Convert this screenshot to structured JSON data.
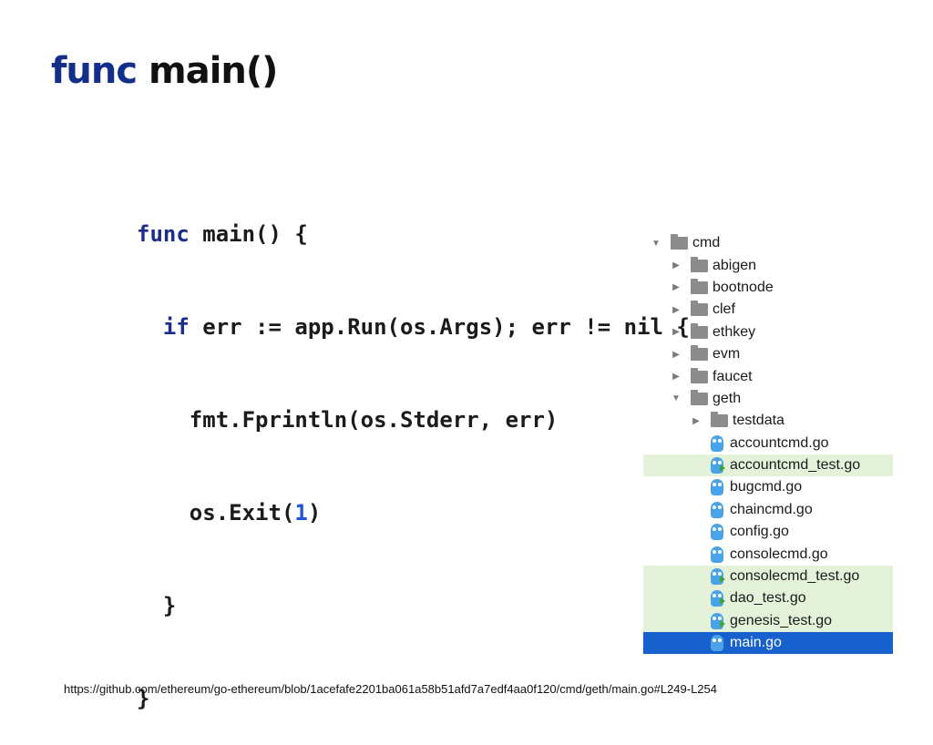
{
  "title": {
    "keyword": "func",
    "name": "main()"
  },
  "code": {
    "lines": [
      {
        "kw": "func",
        "text": " main() {"
      },
      {
        "indent": "  ",
        "kw": "if",
        "text": " err := app.Run(os.Args); err != nil {"
      },
      {
        "indent": "    ",
        "text": "fmt.Fprintln(os.Stderr, err)"
      },
      {
        "indent": "    ",
        "text_before": "os.Exit(",
        "num": "1",
        "text_after": ")"
      },
      {
        "indent": "  ",
        "text": "}"
      },
      {
        "text": "}"
      }
    ]
  },
  "tree": {
    "colors": {
      "test_highlight": "#e4f2da",
      "selected": "#1761cf",
      "gopher": "#4aa3e6",
      "folder": "#8c8c8c"
    },
    "items": [
      {
        "label": "cmd",
        "type": "folder",
        "expanded": true,
        "depth": 0
      },
      {
        "label": "abigen",
        "type": "folder",
        "expanded": false,
        "depth": 1
      },
      {
        "label": "bootnode",
        "type": "folder",
        "expanded": false,
        "depth": 1
      },
      {
        "label": "clef",
        "type": "folder",
        "expanded": false,
        "depth": 1
      },
      {
        "label": "ethkey",
        "type": "folder",
        "expanded": false,
        "depth": 1
      },
      {
        "label": "evm",
        "type": "folder",
        "expanded": false,
        "depth": 1
      },
      {
        "label": "faucet",
        "type": "folder",
        "expanded": false,
        "depth": 1
      },
      {
        "label": "geth",
        "type": "folder",
        "expanded": true,
        "depth": 1
      },
      {
        "label": "testdata",
        "type": "folder",
        "expanded": false,
        "depth": 2
      },
      {
        "label": "accountcmd.go",
        "type": "go",
        "depth": 2
      },
      {
        "label": "accountcmd_test.go",
        "type": "go_test",
        "depth": 2
      },
      {
        "label": "bugcmd.go",
        "type": "go",
        "depth": 2
      },
      {
        "label": "chaincmd.go",
        "type": "go",
        "depth": 2
      },
      {
        "label": "config.go",
        "type": "go",
        "depth": 2
      },
      {
        "label": "consolecmd.go",
        "type": "go",
        "depth": 2
      },
      {
        "label": "consolecmd_test.go",
        "type": "go_test",
        "depth": 2
      },
      {
        "label": "dao_test.go",
        "type": "go_test",
        "depth": 2
      },
      {
        "label": "genesis_test.go",
        "type": "go_test",
        "depth": 2
      },
      {
        "label": "main.go",
        "type": "go",
        "depth": 2,
        "selected": true
      }
    ]
  },
  "footer": {
    "url": "https://github.com/ethereum/go-ethereum/blob/1acefafe2201ba061a58b51afd7a7edf4aa0f120/cmd/geth/main.go#L249-L254"
  }
}
